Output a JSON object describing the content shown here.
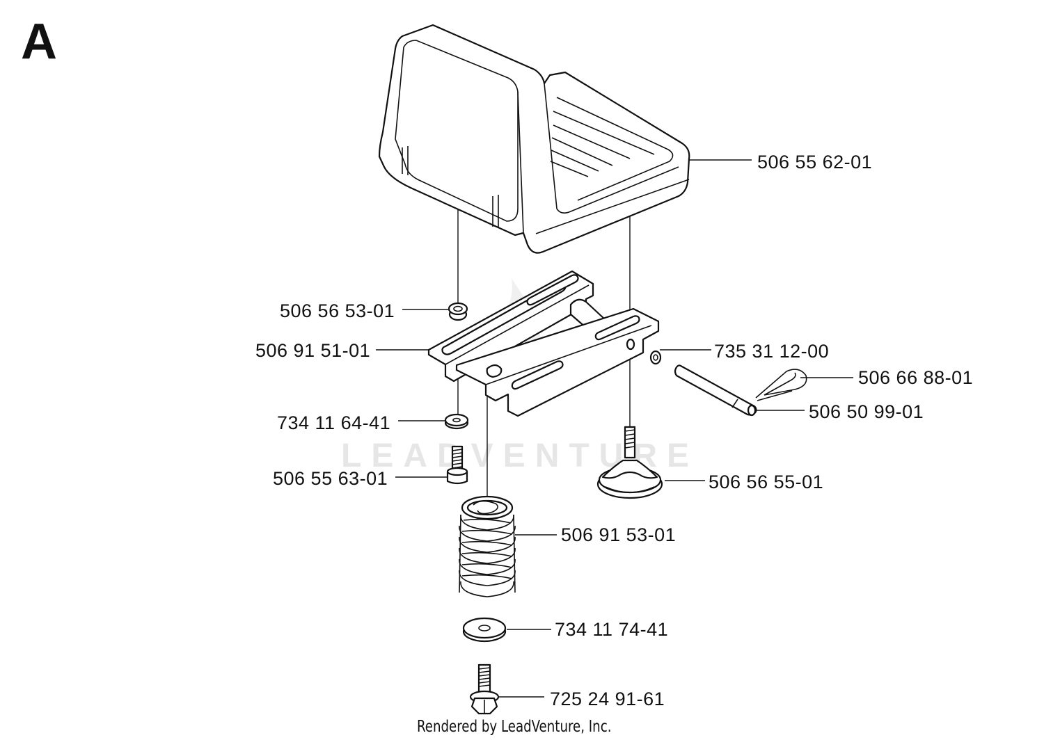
{
  "section_letter": "A",
  "watermark": "LEADVENTURE",
  "footer": "Rendered by LeadVenture, Inc.",
  "parts": {
    "seat": "506 55 62-01",
    "nut": "506 56 53-01",
    "bracket": "506 91 51-01",
    "washer_small": "734 11 64-41",
    "screw": "506 55 63-01",
    "spring": "506 91 53-01",
    "washer_large": "734 11 74-41",
    "bolt": "725 24 91-61",
    "lock_washer": "735 31 12-00",
    "hair_pin": "506 66 88-01",
    "pin": "506 50 99-01",
    "knob": "506 56 55-01"
  }
}
